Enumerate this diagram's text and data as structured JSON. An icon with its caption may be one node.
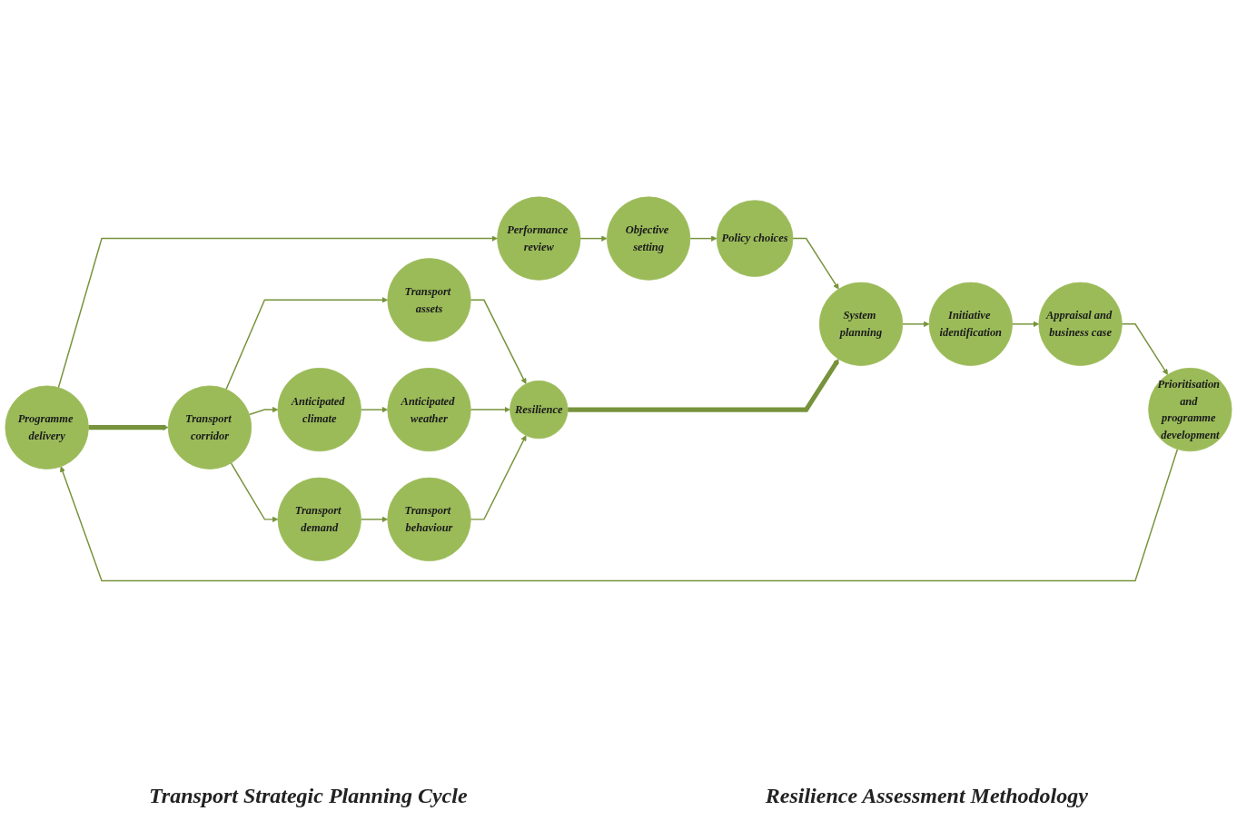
{
  "diagram": {
    "nodes": [
      {
        "text": [
          "Programme delivery"
        ]
      },
      {
        "text": [
          "Performance review"
        ]
      },
      {
        "text": [
          "Objective setting"
        ]
      },
      {
        "text": [
          "Policy choices"
        ]
      },
      {
        "text": [
          "System planning"
        ]
      },
      {
        "text": [
          "Initiative identification"
        ]
      },
      {
        "text": [
          "Appraisal and business case"
        ]
      },
      {
        "text": [
          "Prioritisation and programme development"
        ]
      },
      {
        "text": [
          "Transport corridor"
        ]
      },
      {
        "text": [
          "Transport assets"
        ]
      },
      {
        "text": [
          "Anticipated climate"
        ]
      },
      {
        "text": [
          "Transport demand"
        ]
      },
      {
        "text": [
          "Anticipated weather"
        ]
      },
      {
        "text": [
          "Transport behaviour"
        ]
      },
      {
        "text": [
          "Resilience"
        ]
      }
    ],
    "edges": [
      {
        "from": 0,
        "to": 1,
        "arrow": "to"
      },
      {
        "from": 1,
        "to": 2,
        "arrow": "to"
      },
      {
        "from": 2,
        "to": 3,
        "arrow": "to"
      },
      {
        "from": 3,
        "to": 4,
        "arrow": "to"
      },
      {
        "from": 4,
        "to": 5,
        "arrow": "to"
      },
      {
        "from": 5,
        "to": 6,
        "arrow": "to"
      },
      {
        "from": 6,
        "to": 7,
        "arrow": "to"
      },
      {
        "from": 7,
        "to": 0,
        "arrow": "to"
      },
      {
        "from": 0,
        "to": 8,
        "arrow": "to",
        "style": "thick"
      },
      {
        "from": 8,
        "to": 9,
        "arrow": "to"
      },
      {
        "from": 8,
        "to": 10,
        "arrow": "to"
      },
      {
        "from": 8,
        "to": 11,
        "arrow": "to"
      },
      {
        "from": 10,
        "to": 12,
        "arrow": "to"
      },
      {
        "from": 11,
        "to": 13,
        "arrow": "to"
      },
      {
        "from": 9,
        "to": 14,
        "arrow": "to"
      },
      {
        "from": 12,
        "to": 14,
        "arrow": "to"
      },
      {
        "from": 13,
        "to": 14,
        "arrow": "to"
      },
      {
        "from": 14,
        "to": 4,
        "arrow": "to",
        "style": "thick"
      }
    ],
    "labels": [
      "Transport Strategic Planning Cycle",
      "Resilience Assessment Methodology"
    ]
  }
}
